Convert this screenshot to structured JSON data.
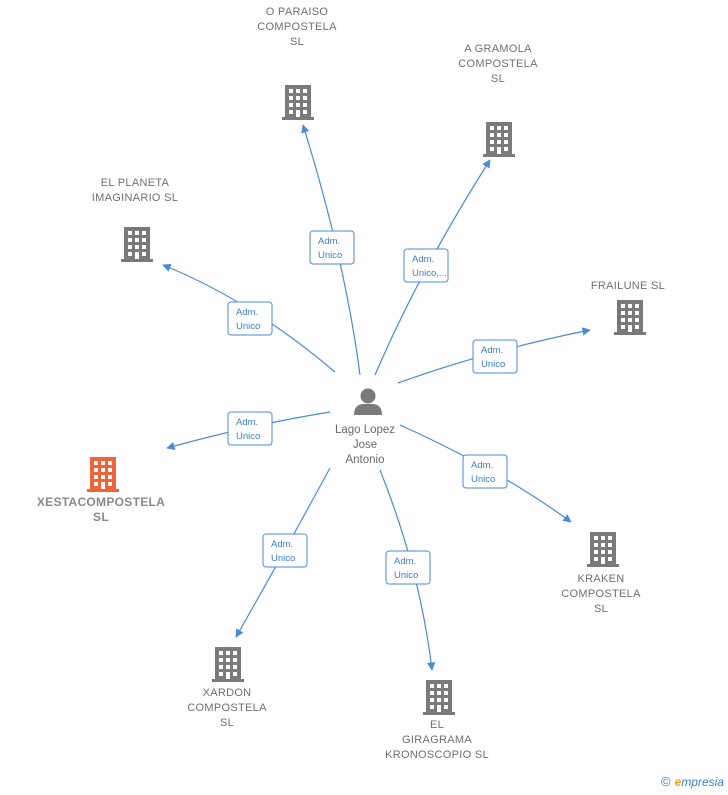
{
  "colors": {
    "edge": "#4a8ad8",
    "building": "#7a7a7a",
    "highlight": "#f0643a",
    "person": "#7a7a7a"
  },
  "center": {
    "name_lines": [
      "Lago Lopez",
      "Jose",
      "Antonio"
    ],
    "icon": "person-icon"
  },
  "nodes": [
    {
      "id": "o-paraiso",
      "lines": [
        "O PARAISO",
        "COMPOSTELA",
        "SL"
      ],
      "highlight": false,
      "icon": "building-icon"
    },
    {
      "id": "a-gramola",
      "lines": [
        "A GRAMOLA",
        "COMPOSTELA",
        "SL"
      ],
      "highlight": false,
      "icon": "building-icon"
    },
    {
      "id": "el-planeta",
      "lines": [
        "EL PLANETA",
        "IMAGINARIO SL"
      ],
      "highlight": false,
      "icon": "building-icon"
    },
    {
      "id": "frailune",
      "lines": [
        "FRAILUNE  SL"
      ],
      "highlight": false,
      "icon": "building-icon"
    },
    {
      "id": "xestacompostela",
      "lines": [
        "XESTACOMPOSTELA",
        "SL"
      ],
      "highlight": true,
      "icon": "building-icon"
    },
    {
      "id": "kraken",
      "lines": [
        "KRAKEN",
        "COMPOSTELA",
        "SL"
      ],
      "highlight": false,
      "icon": "building-icon"
    },
    {
      "id": "xardon",
      "lines": [
        "XARDON",
        "COMPOSTELA",
        "SL"
      ],
      "highlight": false,
      "icon": "building-icon"
    },
    {
      "id": "el-giragrama",
      "lines": [
        "EL",
        "GIRAGRAMA",
        "KRONOSCOPIO SL"
      ],
      "highlight": false,
      "icon": "building-icon"
    }
  ],
  "edges": [
    {
      "to": "o-paraiso",
      "lines": [
        "Adm.",
        "Unico"
      ]
    },
    {
      "to": "a-gramola",
      "lines": [
        "Adm.",
        "Unico,..."
      ]
    },
    {
      "to": "el-planeta",
      "lines": [
        "Adm.",
        "Unico"
      ]
    },
    {
      "to": "frailune",
      "lines": [
        "Adm.",
        "Unico"
      ]
    },
    {
      "to": "xestacompostela",
      "lines": [
        "Adm.",
        "Unico"
      ]
    },
    {
      "to": "kraken",
      "lines": [
        "Adm.",
        "Unico"
      ]
    },
    {
      "to": "xardon",
      "lines": [
        "Adm.",
        "Unico"
      ]
    },
    {
      "to": "el-giragrama",
      "lines": [
        "Adm.",
        "Unico"
      ]
    }
  ],
  "footer": {
    "copyright": "©",
    "brand_first": "e",
    "brand_rest": "mpresia"
  }
}
